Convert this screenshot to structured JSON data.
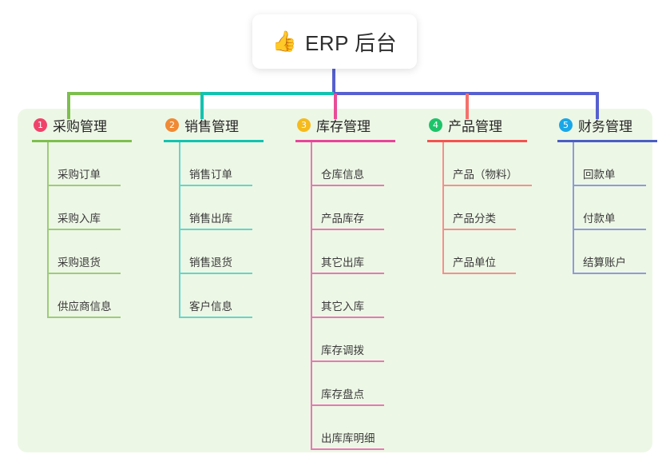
{
  "root": {
    "icon": "thumbs-up-emoji",
    "emoji": "👍",
    "title": "ERP 后台"
  },
  "theme": {
    "panel_bg": "#edf7e6",
    "page_bg": "#ffffff",
    "trunk_green": "#7dbf4e",
    "trunk_teal": "#13c2b0",
    "trunk_blue": "#5660cf",
    "drop_pink": "#e84d98",
    "drop_red": "#f4706c"
  },
  "columns": [
    {
      "number": "1",
      "title": "采购管理",
      "badge_color": "#f0436b",
      "line_color": "#7dbf4e",
      "leaf_color": "#9ccc7a",
      "items": [
        {
          "label": "采购订单"
        },
        {
          "label": "采购入库"
        },
        {
          "label": "采购退货"
        },
        {
          "label": "供应商信息"
        }
      ]
    },
    {
      "number": "2",
      "title": "销售管理",
      "badge_color": "#f08a34",
      "line_color": "#13c2b0",
      "leaf_color": "#63d6c8",
      "items": [
        {
          "label": "销售订单"
        },
        {
          "label": "销售出库"
        },
        {
          "label": "销售退货"
        },
        {
          "label": "客户信息"
        }
      ]
    },
    {
      "number": "3",
      "title": "库存管理",
      "badge_color": "#f5bb1d",
      "line_color": "#e8449a",
      "leaf_color": "#e878b4",
      "items": [
        {
          "label": "仓库信息"
        },
        {
          "label": "产品库存"
        },
        {
          "label": "其它出库"
        },
        {
          "label": "其它入库"
        },
        {
          "label": "库存调拨"
        },
        {
          "label": "库存盘点"
        },
        {
          "label": "出库库明细"
        }
      ]
    },
    {
      "number": "4",
      "title": "产品管理",
      "badge_color": "#1ec46a",
      "line_color": "#f4524f",
      "leaf_color": "#f4908d",
      "items": [
        {
          "label": "产品（物料）"
        },
        {
          "label": "产品分类"
        },
        {
          "label": "产品单位"
        }
      ]
    },
    {
      "number": "5",
      "title": "财务管理",
      "badge_color": "#1aa7e8",
      "line_color": "#4a5ec4",
      "leaf_color": "#8d9bdb",
      "items": [
        {
          "label": "回款单"
        },
        {
          "label": "付款单"
        },
        {
          "label": "结算账户"
        }
      ]
    }
  ]
}
